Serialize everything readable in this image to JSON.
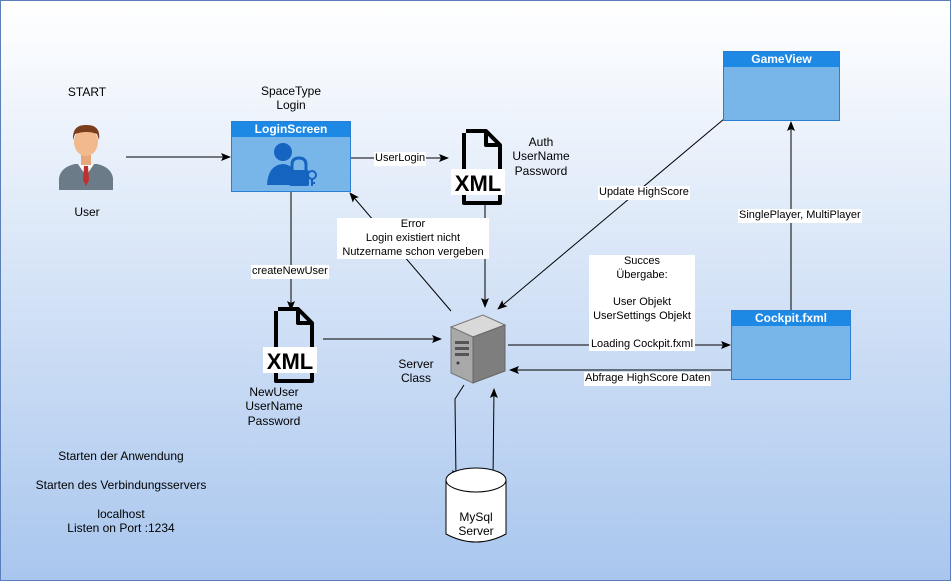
{
  "start_label": "START",
  "user_label": "User",
  "login_title": "SpaceType\nLogin",
  "login_screen": {
    "title": "LoginScreen"
  },
  "gameview": {
    "title": "GameView"
  },
  "cockpit": {
    "title": "Cockpit.fxml"
  },
  "xml_auth": {
    "glyph": "XML",
    "caption": "Auth\nUserName\nPassword"
  },
  "xml_new": {
    "glyph": "XML",
    "caption": "NewUser\nUserName\nPassword"
  },
  "server_label": "Server\nClass",
  "mysql_label": "MySql\nServer",
  "edges": {
    "userlogin": "UserLogin",
    "create_new_user": "createNewUser",
    "error": "Error\nLogin existiert nicht\nNutzername schon vergeben",
    "update_highscore": "Update HighScore",
    "single_multi": "SinglePlayer, MultiPlayer",
    "succes": "Succes\nÜbergabe:\n\nUser Objekt\nUserSettings Objekt\n\nLoading Cockpit.fxml",
    "abfrage": "Abfrage HighScore Daten"
  },
  "notes": "Starten der Anwendung\n\nStarten des Verbindungsservers\n\nlocalhost\nListen on Port :1234",
  "colors": {
    "title_bar": "#1e88e5",
    "window_body": "#78b6ea",
    "bg_bottom": "#a9c6ee"
  }
}
